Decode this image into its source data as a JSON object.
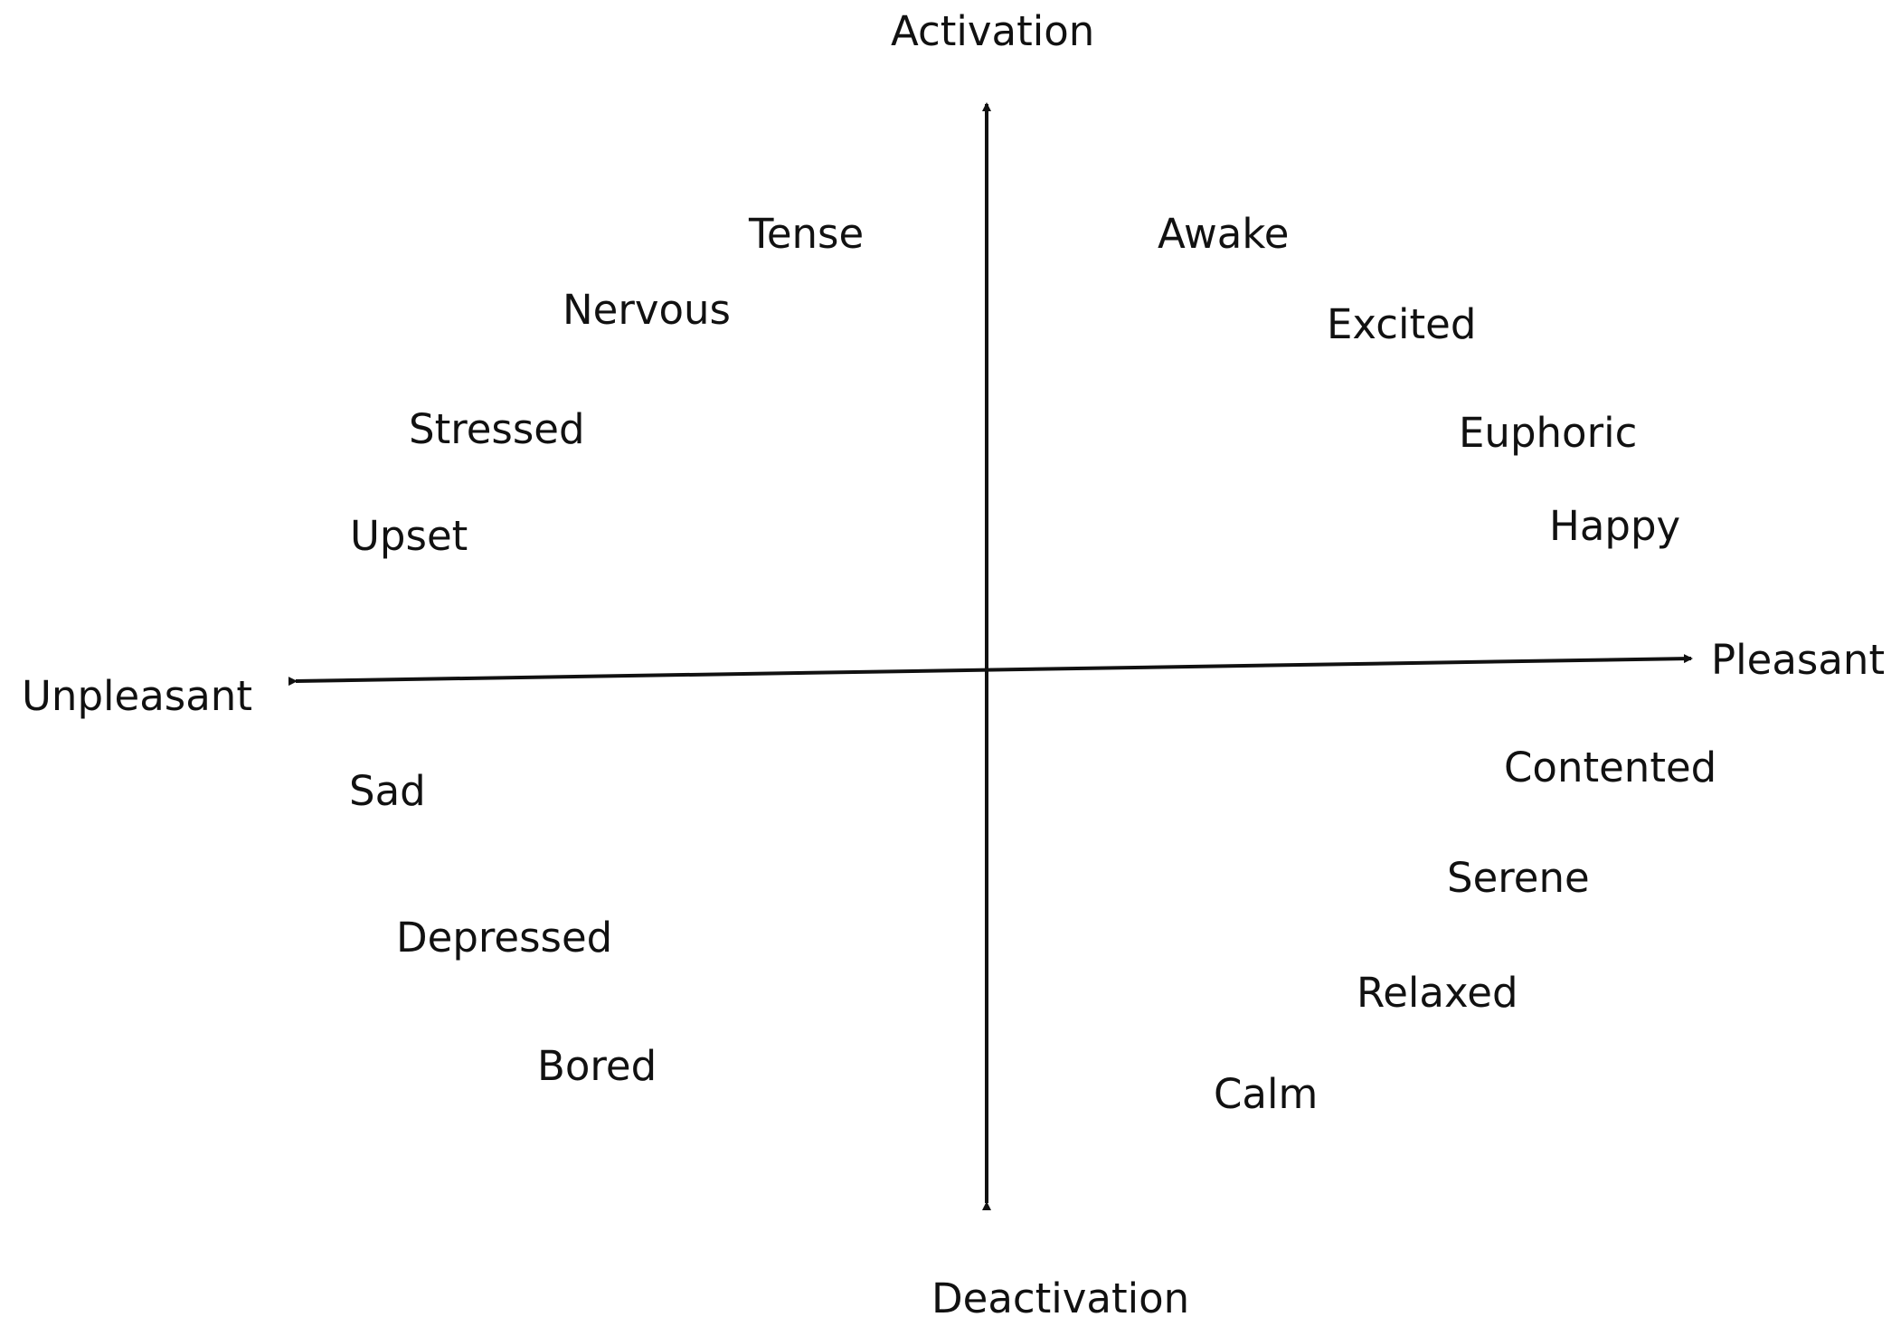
{
  "axes": {
    "top": "Activation",
    "bottom": "Deactivation",
    "left": "Unpleasant",
    "right": "Pleasant"
  },
  "emotions": {
    "tense": "Tense",
    "nervous": "Nervous",
    "stressed": "Stressed",
    "upset": "Upset",
    "sad": "Sad",
    "depressed": "Depressed",
    "bored": "Bored",
    "awake": "Awake",
    "excited": "Excited",
    "euphoric": "Euphoric",
    "happy": "Happy",
    "contented": "Contented",
    "serene": "Serene",
    "relaxed": "Relaxed",
    "calm": "Calm"
  },
  "colors": {
    "ink": "#111111",
    "background": "#ffffff"
  }
}
